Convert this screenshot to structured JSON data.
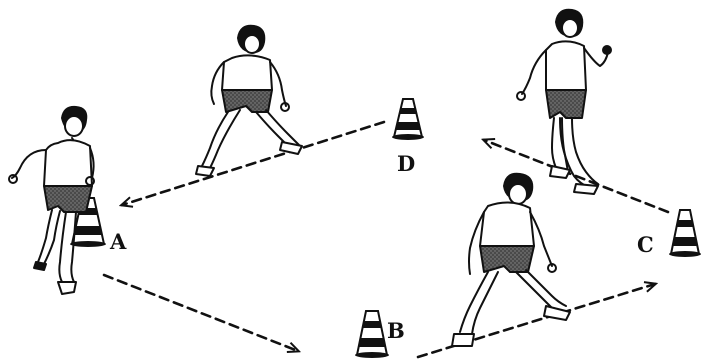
{
  "diagram": {
    "cones": [
      {
        "id": "A",
        "label": "A"
      },
      {
        "id": "B",
        "label": "B"
      },
      {
        "id": "C",
        "label": "C"
      },
      {
        "id": "D",
        "label": "D"
      }
    ],
    "paths": [
      {
        "from": "A",
        "to": "B",
        "style": "dashed-arrow"
      },
      {
        "from": "B",
        "to": "C",
        "style": "dashed-arrow"
      },
      {
        "from": "C",
        "to": "D",
        "style": "dashed-arrow"
      },
      {
        "from": "D",
        "to": "A",
        "style": "dashed-arrow"
      }
    ],
    "players": [
      {
        "id": "player-a",
        "pose": "running"
      },
      {
        "id": "player-d",
        "pose": "side-shuffle"
      },
      {
        "id": "player-c",
        "pose": "running"
      },
      {
        "id": "player-b",
        "pose": "side-shuffle"
      }
    ],
    "colors": {
      "ink": "#111111",
      "shorts": "#3a3a3a",
      "background": "#ffffff"
    }
  }
}
